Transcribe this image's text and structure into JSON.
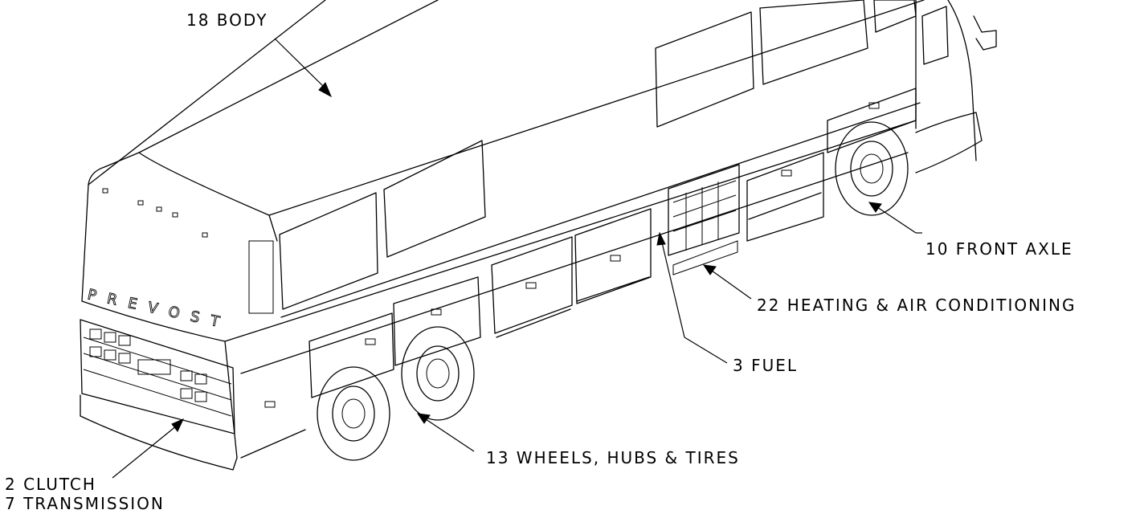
{
  "brand": "PREVOST",
  "callouts": {
    "body": "18 BODY",
    "front_axle": "10 FRONT AXLE",
    "heating": "22 HEATING & AIR CONDITIONING",
    "fuel": "3 FUEL",
    "wheels": "13 WHEELS, HUBS & TIRES",
    "clutch": "2 CLUTCH",
    "transmission": "7 TRANSMISSION"
  }
}
